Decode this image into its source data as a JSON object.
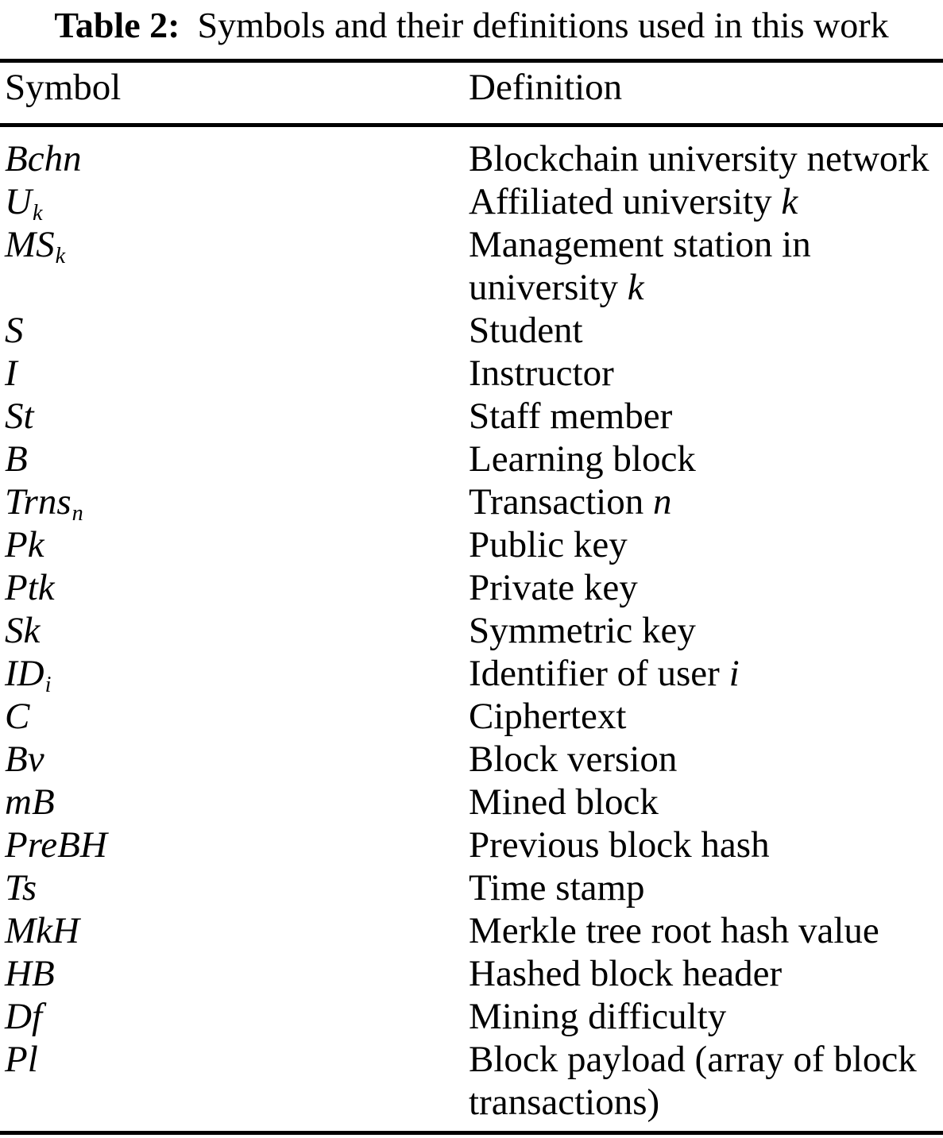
{
  "caption": {
    "label": "Table 2:",
    "text": "Symbols and their definitions used in this work"
  },
  "colors": {
    "text": "#000000",
    "background": "#ffffff",
    "rule": "#000000"
  },
  "table": {
    "headers": {
      "symbol": "Symbol",
      "definition": "Definition"
    },
    "rows": [
      {
        "symbol": [
          [
            "Bchn",
            "i"
          ]
        ],
        "definition": [
          [
            "Blockchain university network",
            ""
          ]
        ]
      },
      {
        "symbol": [
          [
            "U",
            "i"
          ],
          [
            "k",
            "s"
          ]
        ],
        "definition": [
          [
            "Affiliated university ",
            ""
          ],
          [
            "k",
            "i"
          ]
        ]
      },
      {
        "symbol": [
          [
            "MS",
            "i"
          ],
          [
            "k",
            "s"
          ]
        ],
        "definition": [
          [
            "Management station in",
            ""
          ],
          [
            "",
            "b"
          ],
          [
            "university ",
            ""
          ],
          [
            "k",
            "i"
          ]
        ]
      },
      {
        "symbol": [
          [
            "S",
            "i"
          ]
        ],
        "definition": [
          [
            "Student",
            ""
          ]
        ]
      },
      {
        "symbol": [
          [
            "I",
            "i"
          ]
        ],
        "definition": [
          [
            "Instructor",
            ""
          ]
        ]
      },
      {
        "symbol": [
          [
            "St",
            "i"
          ]
        ],
        "definition": [
          [
            "Staff member",
            ""
          ]
        ]
      },
      {
        "symbol": [
          [
            "B",
            "i"
          ]
        ],
        "definition": [
          [
            "Learning block",
            ""
          ]
        ]
      },
      {
        "symbol": [
          [
            "Trns",
            "i"
          ],
          [
            "n",
            "s"
          ]
        ],
        "definition": [
          [
            "Transaction ",
            ""
          ],
          [
            "n",
            "i"
          ]
        ]
      },
      {
        "symbol": [
          [
            "Pk",
            "i"
          ]
        ],
        "definition": [
          [
            "Public key",
            ""
          ]
        ]
      },
      {
        "symbol": [
          [
            "Ptk",
            "i"
          ]
        ],
        "definition": [
          [
            "Private key",
            ""
          ]
        ]
      },
      {
        "symbol": [
          [
            "Sk",
            "i"
          ]
        ],
        "definition": [
          [
            "Symmetric key",
            ""
          ]
        ]
      },
      {
        "symbol": [
          [
            "ID",
            "i"
          ],
          [
            "i",
            "s"
          ]
        ],
        "definition": [
          [
            "Identifier of user ",
            ""
          ],
          [
            "i",
            "i"
          ]
        ]
      },
      {
        "symbol": [
          [
            "C",
            "i"
          ]
        ],
        "definition": [
          [
            "Ciphertext",
            ""
          ]
        ]
      },
      {
        "symbol": [
          [
            "Bv",
            "i"
          ]
        ],
        "definition": [
          [
            "Block version",
            ""
          ]
        ]
      },
      {
        "symbol": [
          [
            "mB",
            "i"
          ]
        ],
        "definition": [
          [
            "Mined block",
            ""
          ]
        ]
      },
      {
        "symbol": [
          [
            "PreBH",
            "i"
          ]
        ],
        "definition": [
          [
            "Previous block hash",
            ""
          ]
        ]
      },
      {
        "symbol": [
          [
            "Ts",
            "i"
          ]
        ],
        "definition": [
          [
            "Time stamp",
            ""
          ]
        ]
      },
      {
        "symbol": [
          [
            "MkH",
            "i"
          ]
        ],
        "definition": [
          [
            "Merkle tree root hash value",
            ""
          ]
        ]
      },
      {
        "symbol": [
          [
            "HB",
            "i"
          ]
        ],
        "definition": [
          [
            "Hashed block header",
            ""
          ]
        ]
      },
      {
        "symbol": [
          [
            "Df",
            "i"
          ]
        ],
        "definition": [
          [
            "Mining difficulty",
            ""
          ]
        ]
      },
      {
        "symbol": [
          [
            "Pl",
            "i"
          ]
        ],
        "definition": [
          [
            "Block payload (array of block",
            ""
          ],
          [
            "",
            "b"
          ],
          [
            "transactions)",
            ""
          ]
        ]
      }
    ]
  }
}
